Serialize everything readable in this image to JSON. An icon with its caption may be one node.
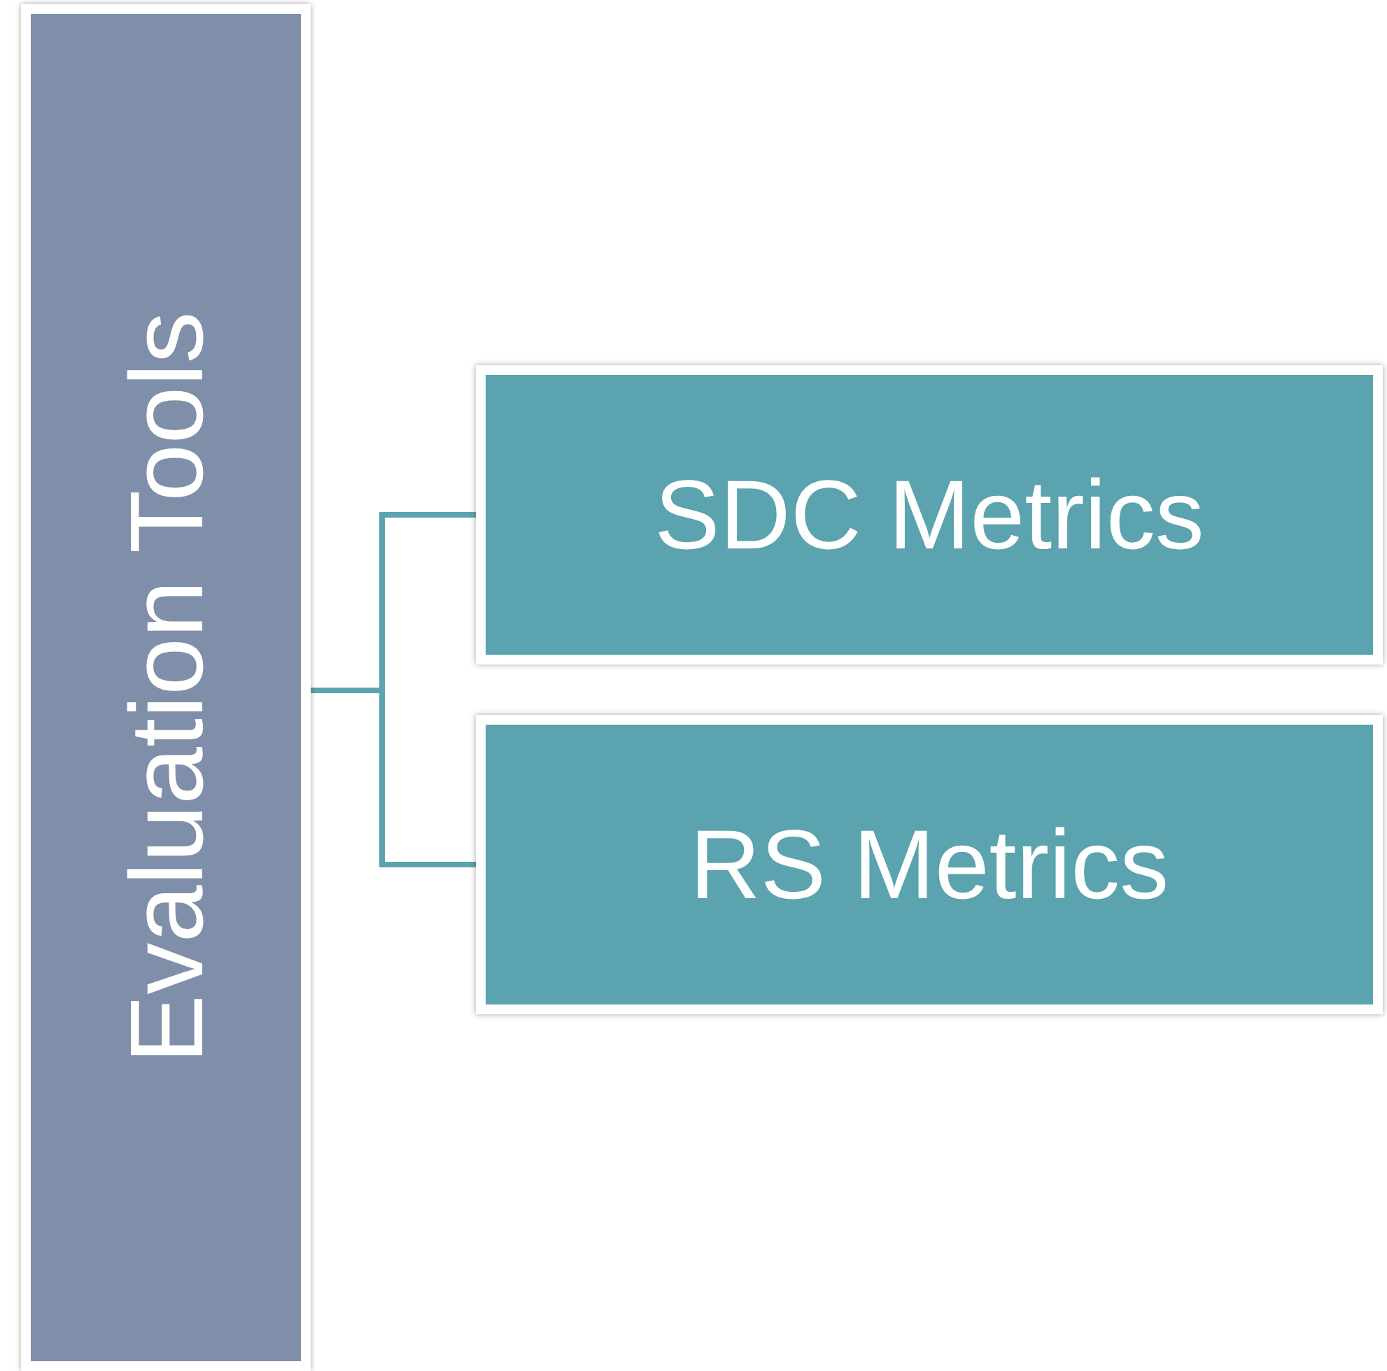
{
  "diagram": {
    "nodes": [
      {
        "text": [
          "Evaluation Tools"
        ]
      },
      {
        "text": [
          "SDC Metrics"
        ]
      },
      {
        "text": [
          "RS Metrics"
        ]
      }
    ],
    "edges": [
      {
        "from": 0,
        "to": 1,
        "arrow": "none"
      },
      {
        "from": 0,
        "to": 2,
        "arrow": "none"
      }
    ]
  }
}
